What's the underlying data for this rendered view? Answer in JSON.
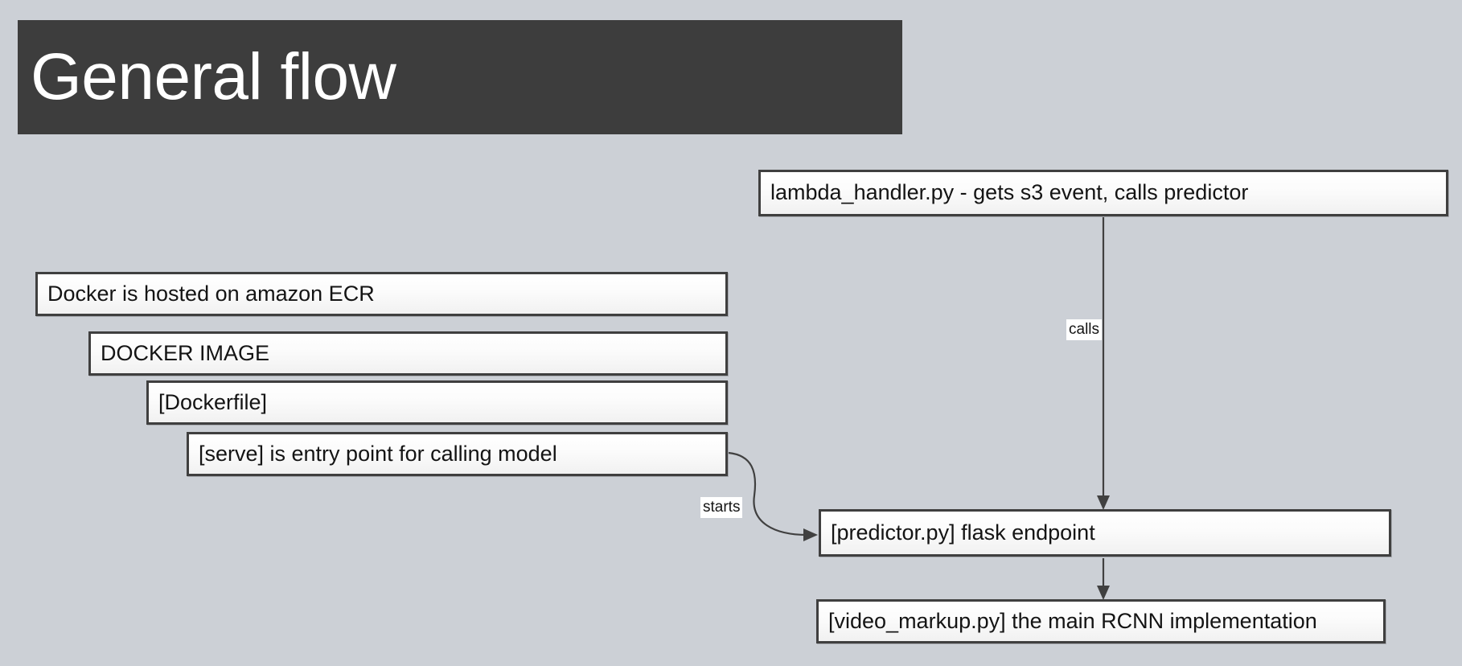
{
  "slide": {
    "background_color": "#ccd0d6",
    "title": "General flow",
    "title_banner_color": "#3d3d3d",
    "title_text_color": "#ffffff"
  },
  "diagram": {
    "box_border_color": "#3f3f3f",
    "box_fill_color": "#fbfbfb",
    "connector_color": "#404040",
    "boxes": [
      {
        "id": "lambda",
        "label": "lambda_handler.py  -  gets s3 event, calls predictor"
      },
      {
        "id": "ecr",
        "label": "Docker is hosted on amazon ECR"
      },
      {
        "id": "image",
        "label": "DOCKER IMAGE"
      },
      {
        "id": "dockerfile",
        "label": "[Dockerfile]"
      },
      {
        "id": "serve",
        "label": "[serve] is entry point for calling model"
      },
      {
        "id": "predictor",
        "label": "[predictor.py]  flask endpoint"
      },
      {
        "id": "video",
        "label": "[video_markup.py]  the main RCNN implementation"
      }
    ],
    "connectors": [
      {
        "id": "lambda-to-predictor",
        "label": "calls",
        "from": "lambda",
        "to": "predictor"
      },
      {
        "id": "serve-to-predictor",
        "label": "starts",
        "from": "serve",
        "to": "predictor"
      },
      {
        "id": "predictor-to-video",
        "label": "",
        "from": "predictor",
        "to": "video"
      }
    ]
  }
}
